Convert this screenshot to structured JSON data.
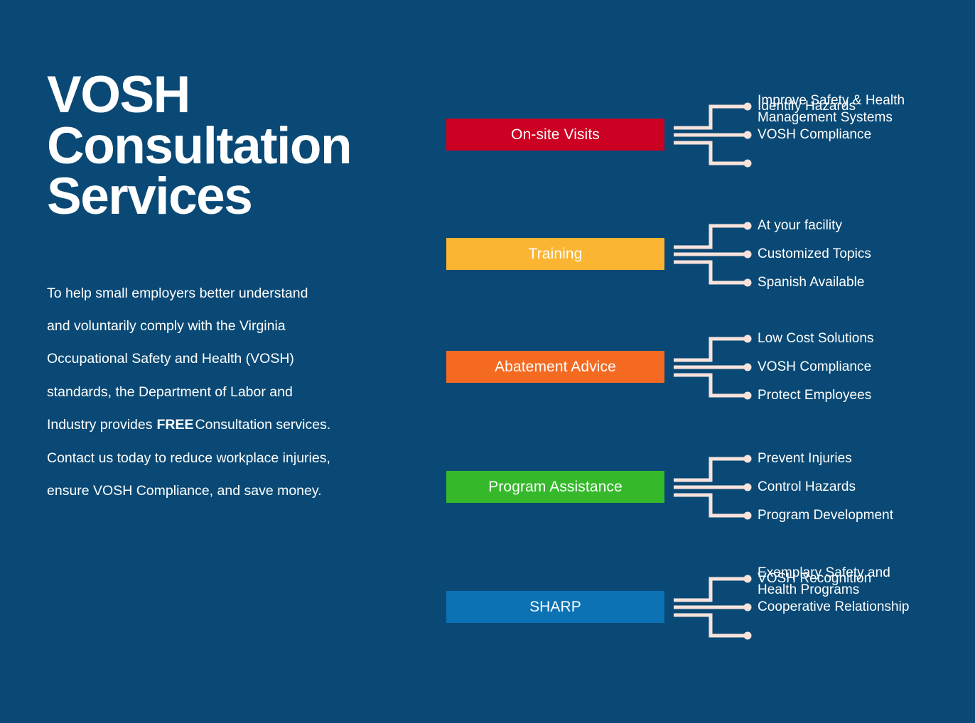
{
  "colors": {
    "background": "#0a4975",
    "text": "#ffffff",
    "connector": "#f8e3dc",
    "dot": "#f8e3dc",
    "on_site_visits": "#cc0022",
    "training": "#fbb533",
    "abatement_advice": "#f46a21",
    "program_assistance": "#35b92b",
    "sharp": "#0c72b4"
  },
  "page": {
    "title": "VOSH\nConsultation\nServices",
    "paragraph_before_free": "To help small employers better understand and voluntarily comply with the Virginia Occupational Safety and Health (VOSH) standards, the Department of Labor and Industry provides",
    "paragraph_free": "FREE",
    "paragraph_after_free": "Consultation services. Contact us today to reduce workplace injuries, ensure VOSH Compliance, and save money."
  },
  "diagram": {
    "groups": [
      {
        "id": "on-site-visits",
        "label": "On-site Visits",
        "color_key": "on_site_visits",
        "items": [
          {
            "text": "Identify Hazards"
          },
          {
            "text": "VOSH Compliance"
          },
          {
            "text": "Improve Safety & Health\nManagement Systems"
          }
        ]
      },
      {
        "id": "training",
        "label": "Training",
        "color_key": "training",
        "items": [
          {
            "text": "At your facility"
          },
          {
            "text": "Customized Topics"
          },
          {
            "text": "Spanish Available"
          }
        ]
      },
      {
        "id": "abatement-advice",
        "label": "Abatement Advice",
        "color_key": "abatement_advice",
        "items": [
          {
            "text": "Low Cost Solutions"
          },
          {
            "text": "VOSH Compliance"
          },
          {
            "text": "Protect Employees"
          }
        ]
      },
      {
        "id": "program-assistance",
        "label": "Program Assistance",
        "color_key": "program_assistance",
        "items": [
          {
            "text": "Prevent Injuries"
          },
          {
            "text": "Control Hazards"
          },
          {
            "text": "Program Development"
          }
        ]
      },
      {
        "id": "sharp",
        "label": "SHARP",
        "color_key": "sharp",
        "items": [
          {
            "text": "VOSH Recognition"
          },
          {
            "text": "Cooperative Relationship"
          },
          {
            "text": "Exemplary Safety and\nHealth Programs"
          }
        ]
      }
    ]
  }
}
